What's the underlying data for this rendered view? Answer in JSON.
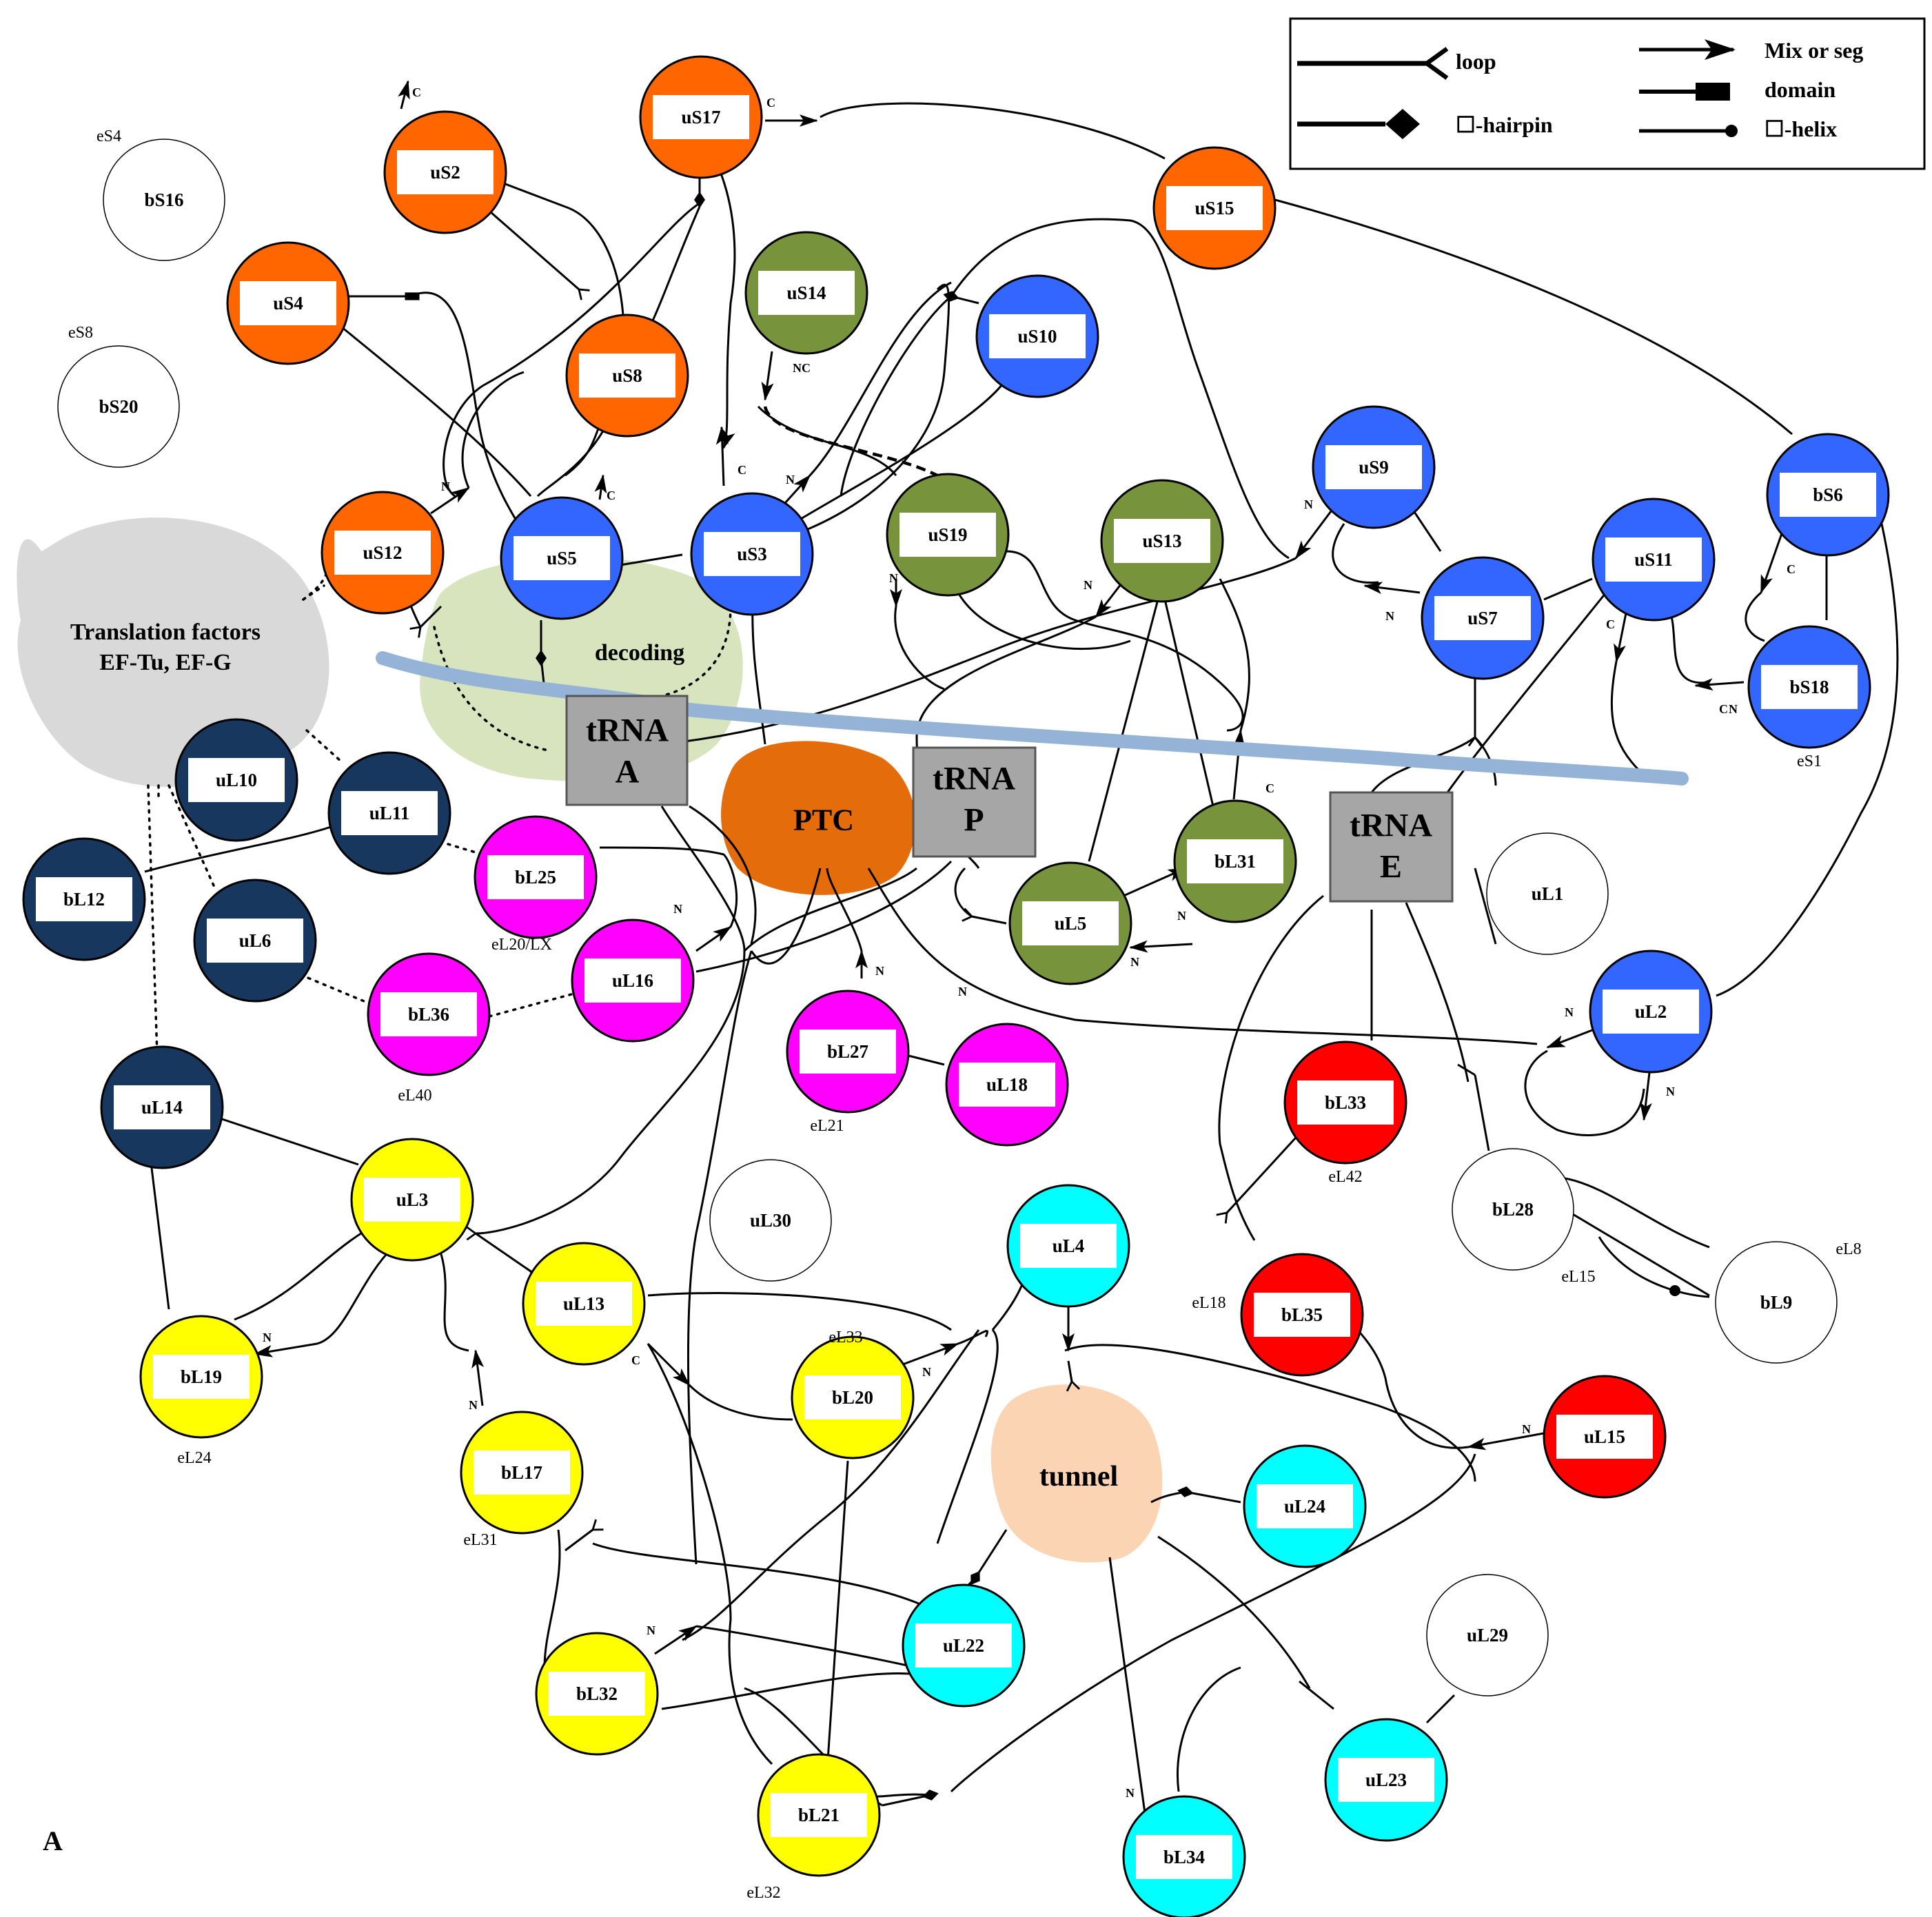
{
  "panel_label": "A",
  "legend": {
    "items": [
      {
        "label": "loop",
        "kind": "loop"
      },
      {
        "label": "☐-hairpin",
        "kind": "hairpin"
      },
      {
        "label": "Mix or seg",
        "kind": "mix"
      },
      {
        "label": "domain",
        "kind": "domain"
      },
      {
        "label": "☐-helix",
        "kind": "helix"
      }
    ]
  },
  "colors": {
    "small_subunit_orange": "#ff6600",
    "small_subunit_blue": "#3366ff",
    "small_subunit_green": "#77933c",
    "large_dark_navy": "#17375e",
    "large_magenta": "#ff00ff",
    "large_yellow": "#ffff00",
    "large_cyan": "#00ffff",
    "large_red": "#ff0000",
    "trna_gray": "#a6a6a6",
    "ptc_orange": "#e46c0a",
    "decoding_green": "#d7e4bd",
    "translation_gray": "#d9d9d9",
    "tunnel_peach": "#fbd4b4",
    "mrna_blue": "#95b3d7"
  },
  "regions": {
    "translation_factors": [
      "Translation factors",
      "EF-Tu, EF-G"
    ],
    "decoding": "decoding",
    "ptc": "PTC",
    "tunnel": "tunnel",
    "trna": [
      [
        "tRNA",
        "A"
      ],
      [
        "tRNA",
        "P"
      ],
      [
        "tRNA",
        "E"
      ]
    ]
  },
  "proteins": [
    {
      "label": "uS2",
      "group": "orange",
      "alias": ""
    },
    {
      "label": "uS17",
      "group": "orange",
      "alias": ""
    },
    {
      "label": "uS4",
      "group": "orange",
      "alias": ""
    },
    {
      "label": "uS8",
      "group": "orange",
      "alias": ""
    },
    {
      "label": "uS12",
      "group": "orange",
      "alias": ""
    },
    {
      "label": "uS15",
      "group": "orange",
      "alias": ""
    },
    {
      "label": "uS5",
      "group": "blue",
      "alias": ""
    },
    {
      "label": "uS3",
      "group": "blue",
      "alias": ""
    },
    {
      "label": "uS10",
      "group": "blue",
      "alias": ""
    },
    {
      "label": "uS9",
      "group": "blue",
      "alias": ""
    },
    {
      "label": "uS7",
      "group": "blue",
      "alias": ""
    },
    {
      "label": "uS11",
      "group": "blue",
      "alias": ""
    },
    {
      "label": "bS6",
      "group": "blue",
      "alias": ""
    },
    {
      "label": "bS18",
      "group": "blue",
      "alias": "eS1"
    },
    {
      "label": "uL2",
      "group": "blue",
      "alias": ""
    },
    {
      "label": "uS14",
      "group": "green",
      "alias": ""
    },
    {
      "label": "uS19",
      "group": "green",
      "alias": ""
    },
    {
      "label": "uS13",
      "group": "green",
      "alias": ""
    },
    {
      "label": "bL31",
      "group": "green",
      "alias": ""
    },
    {
      "label": "uL5",
      "group": "green",
      "alias": ""
    },
    {
      "label": "bS16",
      "group": "white",
      "alias": "eS4"
    },
    {
      "label": "bS20",
      "group": "white",
      "alias": "eS8"
    },
    {
      "label": "uL10",
      "group": "navy",
      "alias": ""
    },
    {
      "label": "uL11",
      "group": "navy",
      "alias": ""
    },
    {
      "label": "bL12",
      "group": "navy",
      "alias": ""
    },
    {
      "label": "uL6",
      "group": "navy",
      "alias": ""
    },
    {
      "label": "uL14",
      "group": "navy",
      "alias": ""
    },
    {
      "label": "bL25",
      "group": "magenta",
      "alias": "eL20/LX"
    },
    {
      "label": "uL16",
      "group": "magenta",
      "alias": ""
    },
    {
      "label": "bL36",
      "group": "magenta",
      "alias": "eL40"
    },
    {
      "label": "bL27",
      "group": "magenta",
      "alias": "eL21"
    },
    {
      "label": "uL18",
      "group": "magenta",
      "alias": ""
    },
    {
      "label": "uL3",
      "group": "yellow",
      "alias": ""
    },
    {
      "label": "bL19",
      "group": "yellow",
      "alias": "eL24"
    },
    {
      "label": "uL13",
      "group": "yellow",
      "alias": ""
    },
    {
      "label": "bL17",
      "group": "yellow",
      "alias": "eL31"
    },
    {
      "label": "bL20",
      "group": "yellow",
      "alias": "eL33"
    },
    {
      "label": "bL32",
      "group": "yellow",
      "alias": ""
    },
    {
      "label": "bL21",
      "group": "yellow",
      "alias": "eL32"
    },
    {
      "label": "uL30",
      "group": "white",
      "alias": ""
    },
    {
      "label": "uL4",
      "group": "cyan",
      "alias": ""
    },
    {
      "label": "uL24",
      "group": "cyan",
      "alias": ""
    },
    {
      "label": "uL22",
      "group": "cyan",
      "alias": ""
    },
    {
      "label": "bL34",
      "group": "cyan",
      "alias": ""
    },
    {
      "label": "uL23",
      "group": "cyan",
      "alias": ""
    },
    {
      "label": "bL33",
      "group": "red",
      "alias": "eL42"
    },
    {
      "label": "bL35",
      "group": "red",
      "alias": "eL18"
    },
    {
      "label": "uL15",
      "group": "red",
      "alias": ""
    },
    {
      "label": "uL1",
      "group": "white",
      "alias": ""
    },
    {
      "label": "bL28",
      "group": "white",
      "alias": "eL15"
    },
    {
      "label": "bL9",
      "group": "white",
      "alias": "eL8"
    },
    {
      "label": "uL29",
      "group": "white",
      "alias": ""
    }
  ],
  "terminus_labels": [
    "C",
    "C",
    "N",
    "C",
    "C",
    "N",
    "NC",
    "N",
    "N",
    "N",
    "N",
    "C",
    "C",
    "C",
    "C",
    "N",
    "N",
    "N",
    "N",
    "N",
    "N",
    "N",
    "C",
    "N",
    "N",
    "N",
    "N",
    "N",
    "N",
    "N"
  ]
}
